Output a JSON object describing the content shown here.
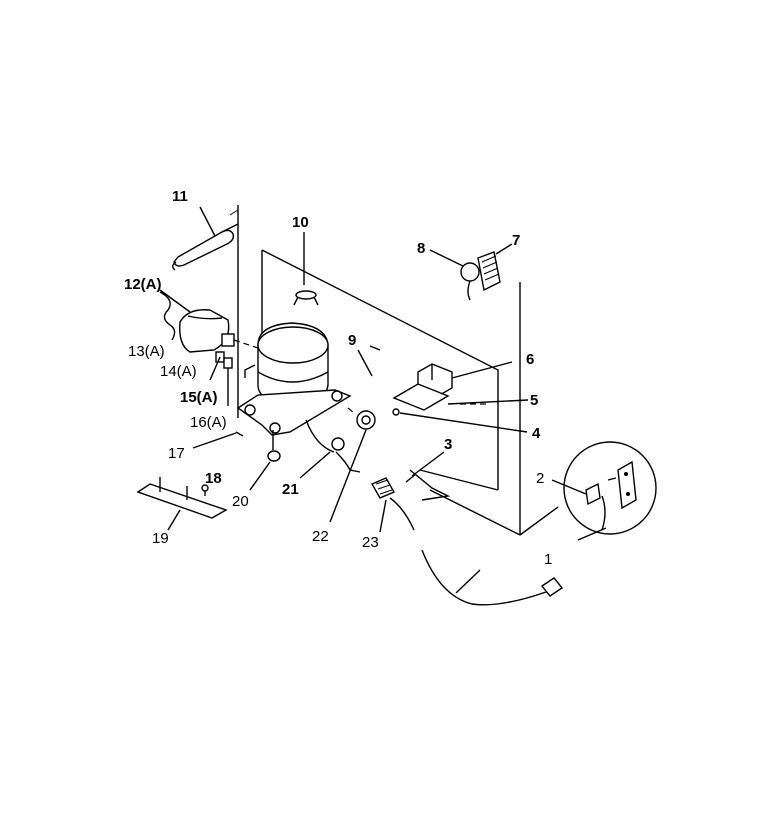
{
  "labels": {
    "p1": "1",
    "p2": "2",
    "p3": "3",
    "p4": "4",
    "p5": "5",
    "p6": "6",
    "p7": "7",
    "p8": "8",
    "p9": "9",
    "p10": "10",
    "p11": "11",
    "p12": "12(A)",
    "p13": "13(A)",
    "p14": "14(A)",
    "p15": "15(A)",
    "p16": "16(A)",
    "p17": "17",
    "p18": "18",
    "p19": "19",
    "p20": "20",
    "p21": "21",
    "p22": "22",
    "p23": "23"
  }
}
